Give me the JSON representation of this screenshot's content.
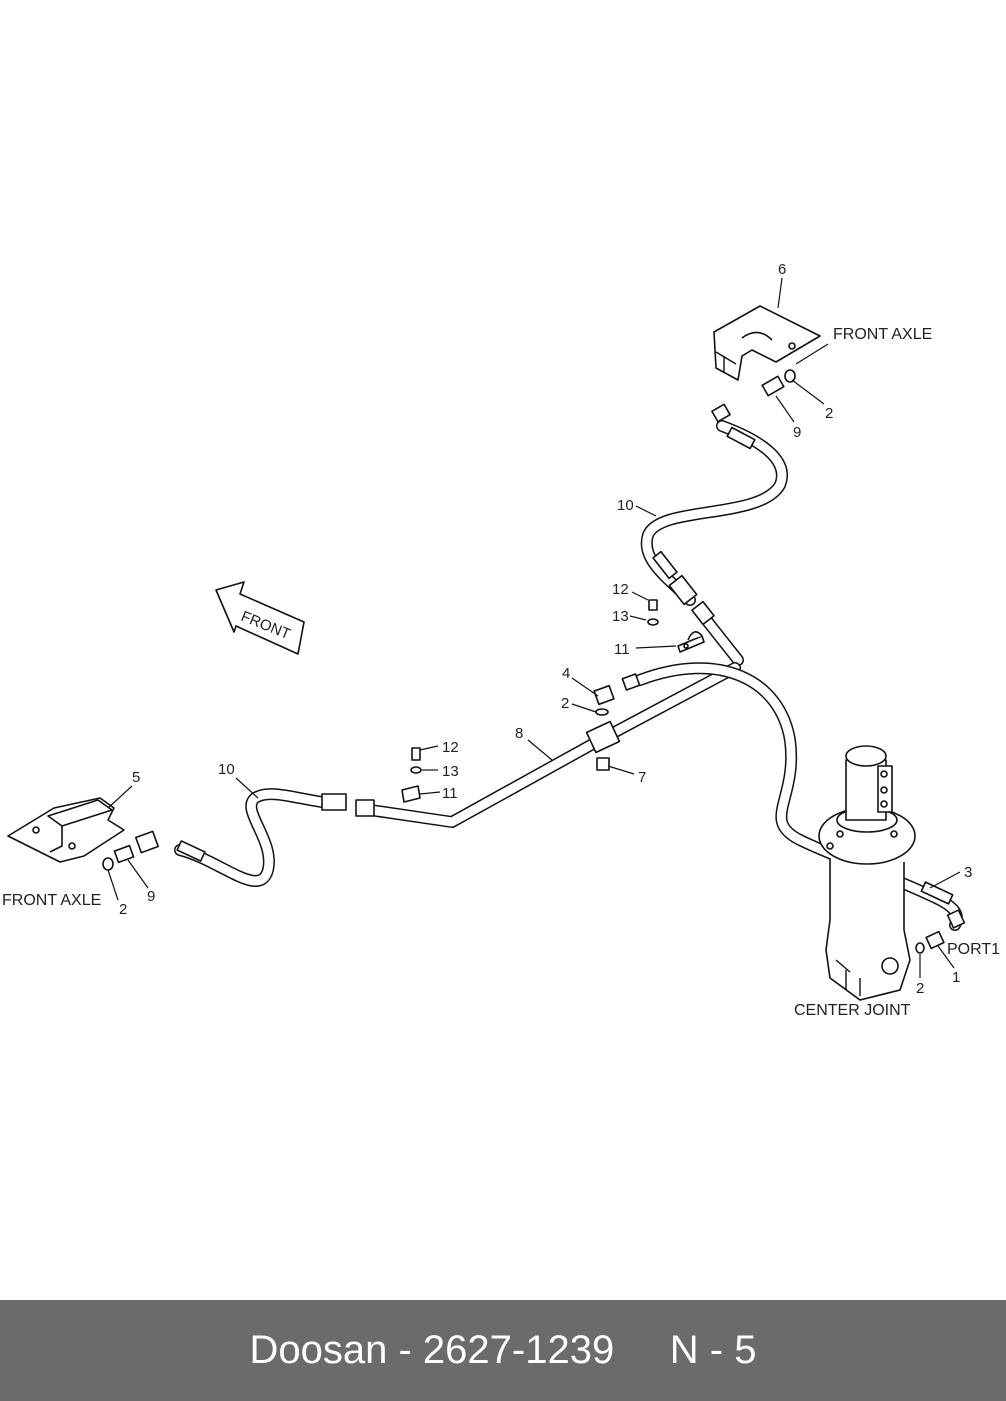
{
  "diagram": {
    "labels": {
      "front_axle_right": "FRONT AXLE",
      "front_axle_left": "FRONT AXLE",
      "center_joint": "CENTER JOINT",
      "port1": "PORT1",
      "front_arrow": "FRONT"
    },
    "callouts": {
      "c6": "6",
      "c2a": "2",
      "c9a": "9",
      "c10a": "10",
      "c12a": "12",
      "c13a": "13",
      "c11a": "11",
      "c4": "4",
      "c2b": "2",
      "c8": "8",
      "c7": "7",
      "c12b": "12",
      "c13b": "13",
      "c11b": "11",
      "c5": "5",
      "c10b": "10",
      "c9b": "9",
      "c2c": "2",
      "c3": "3",
      "c1": "1",
      "c2d": "2"
    }
  },
  "footer": {
    "brand": "Doosan",
    "separator": " - ",
    "part_number": "2627-1239",
    "gap": "     ",
    "page_ref": "N - 5"
  }
}
